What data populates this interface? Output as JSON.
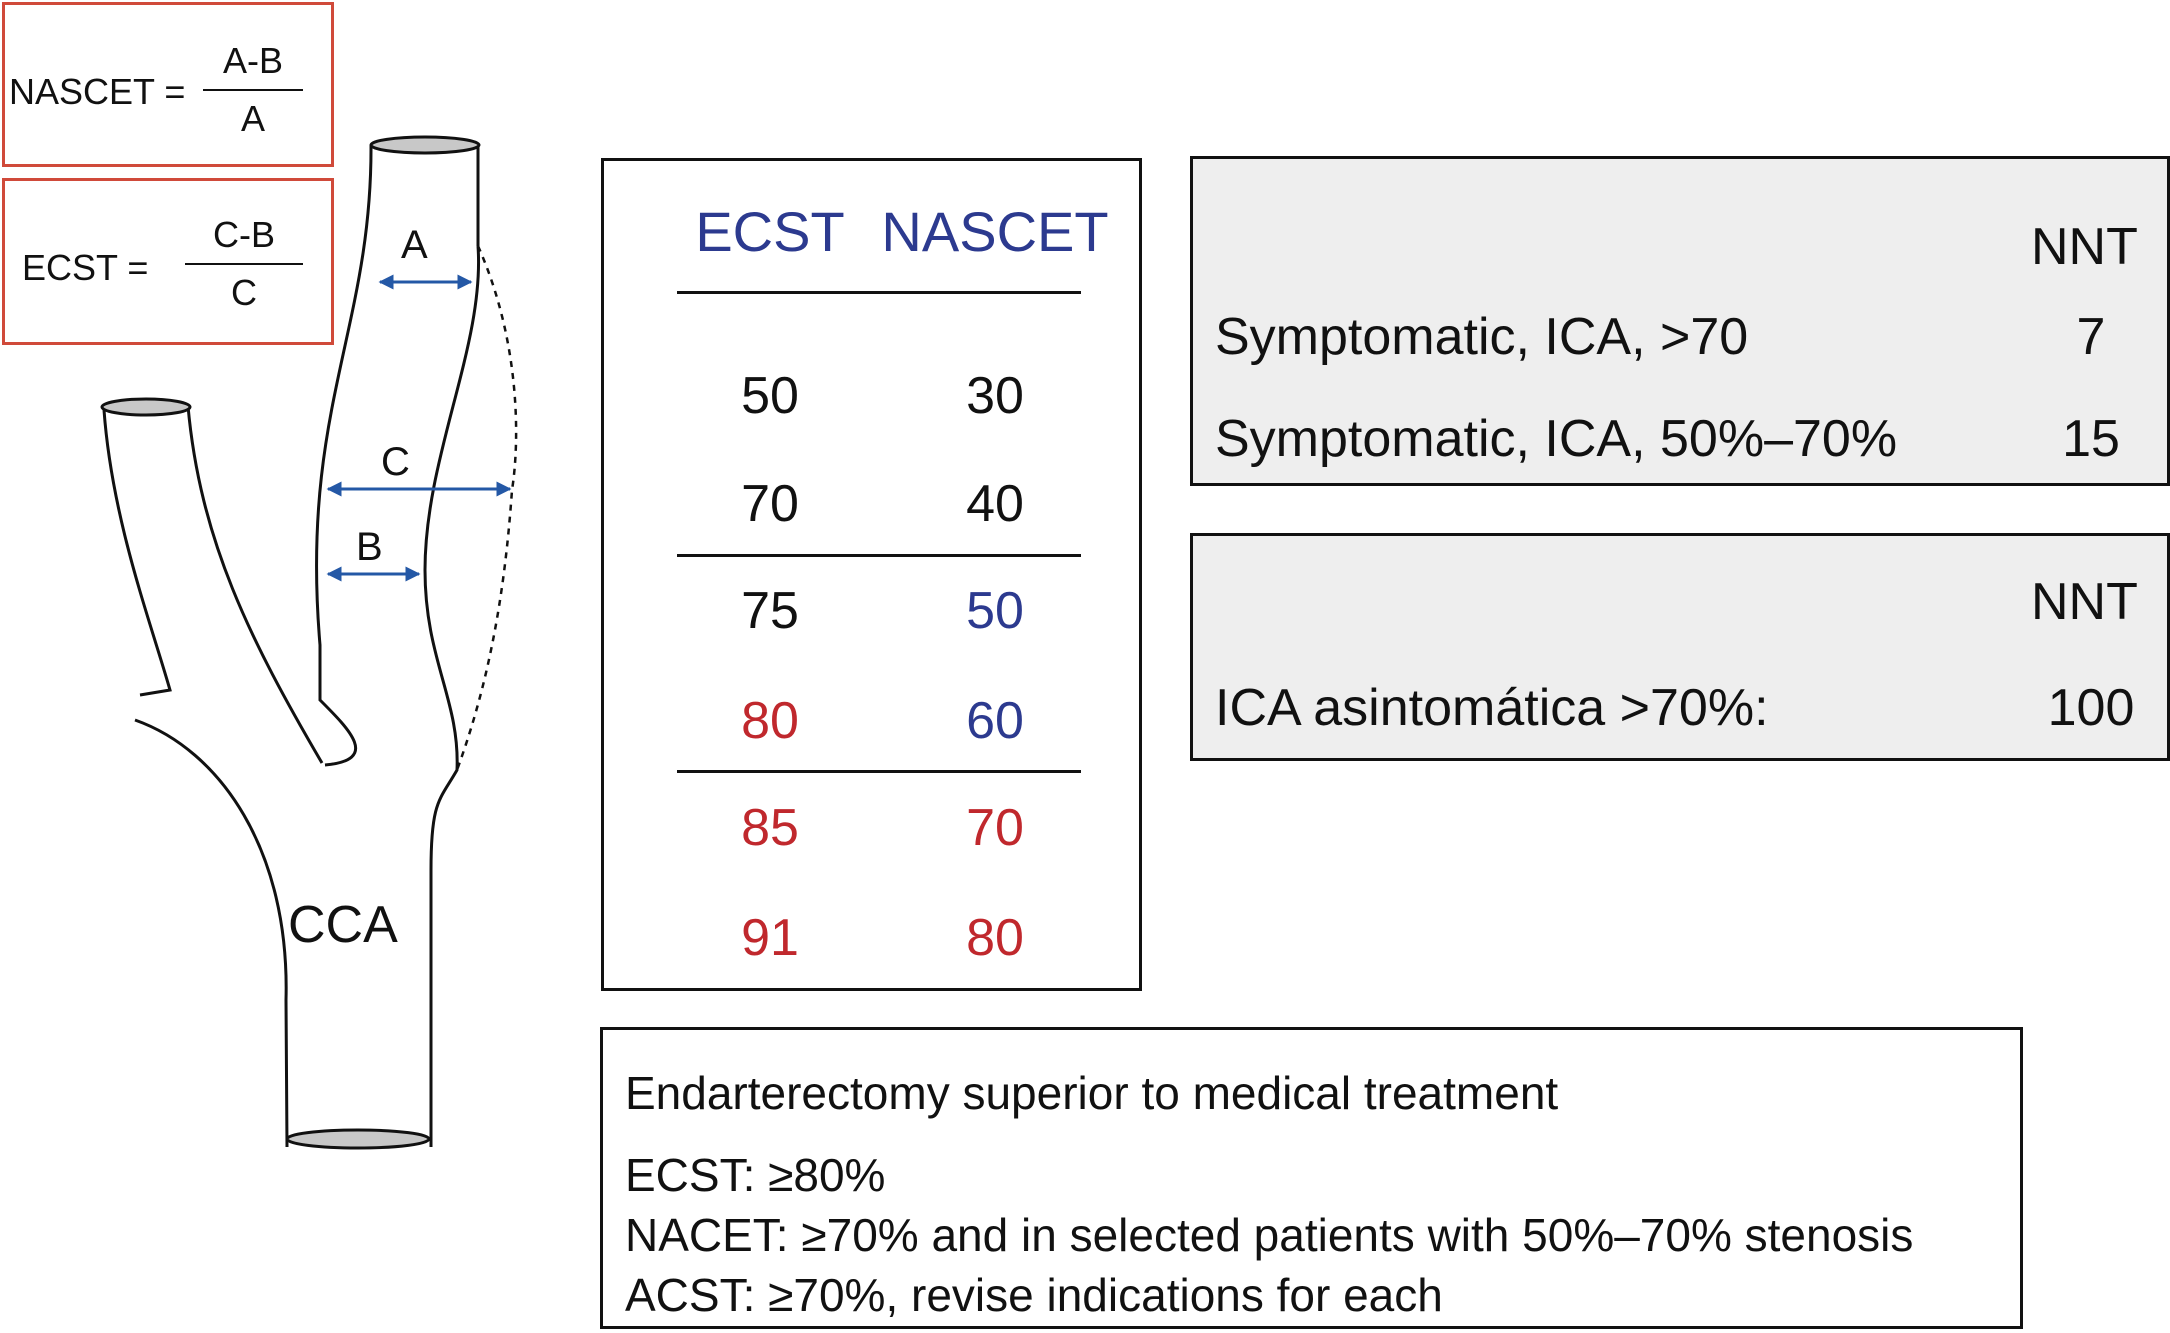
{
  "formulas": {
    "nascet": {
      "label": "NASCET =",
      "numerator": "A-B",
      "denominator": "A"
    },
    "ecst": {
      "label": "ECST =",
      "numerator": "C-B",
      "denominator": "C"
    }
  },
  "diagram": {
    "labels": {
      "a": "A",
      "b": "B",
      "c": "C",
      "cca": "CCA"
    },
    "arrow_color": "#2458a6"
  },
  "table": {
    "headers": [
      "ECST",
      "NASCET"
    ],
    "rows": [
      {
        "ecst": "50",
        "nascet": "30",
        "ecst_color": "#111111",
        "nascet_color": "#111111"
      },
      {
        "ecst": "70",
        "nascet": "40",
        "ecst_color": "#111111",
        "nascet_color": "#111111"
      },
      {
        "ecst": "75",
        "nascet": "50",
        "ecst_color": "#111111",
        "nascet_color": "#2c3a8f"
      },
      {
        "ecst": "80",
        "nascet": "60",
        "ecst_color": "#c0282d",
        "nascet_color": "#2c3a8f"
      },
      {
        "ecst": "85",
        "nascet": "70",
        "ecst_color": "#c0282d",
        "nascet_color": "#c0282d"
      },
      {
        "ecst": "91",
        "nascet": "80",
        "ecst_color": "#c0282d",
        "nascet_color": "#c0282d"
      }
    ]
  },
  "symptomatic": {
    "header": "NNT",
    "rows": [
      {
        "label": "Symptomatic, ICA, >70",
        "value": "7"
      },
      {
        "label": "Symptomatic, ICA, 50%–70%",
        "value": "15"
      }
    ]
  },
  "asymptomatic": {
    "header": "NNT",
    "rows": [
      {
        "label": "ICA asintomática >70%:",
        "value": "100"
      }
    ]
  },
  "notes": {
    "title": "Endarterectomy superior to medical treatment",
    "lines": [
      "ECST: ≥80%",
      "NACET: ≥70% and in selected patients with 50%–70% stenosis",
      "ACST: ≥70%, revise indications for each"
    ]
  }
}
